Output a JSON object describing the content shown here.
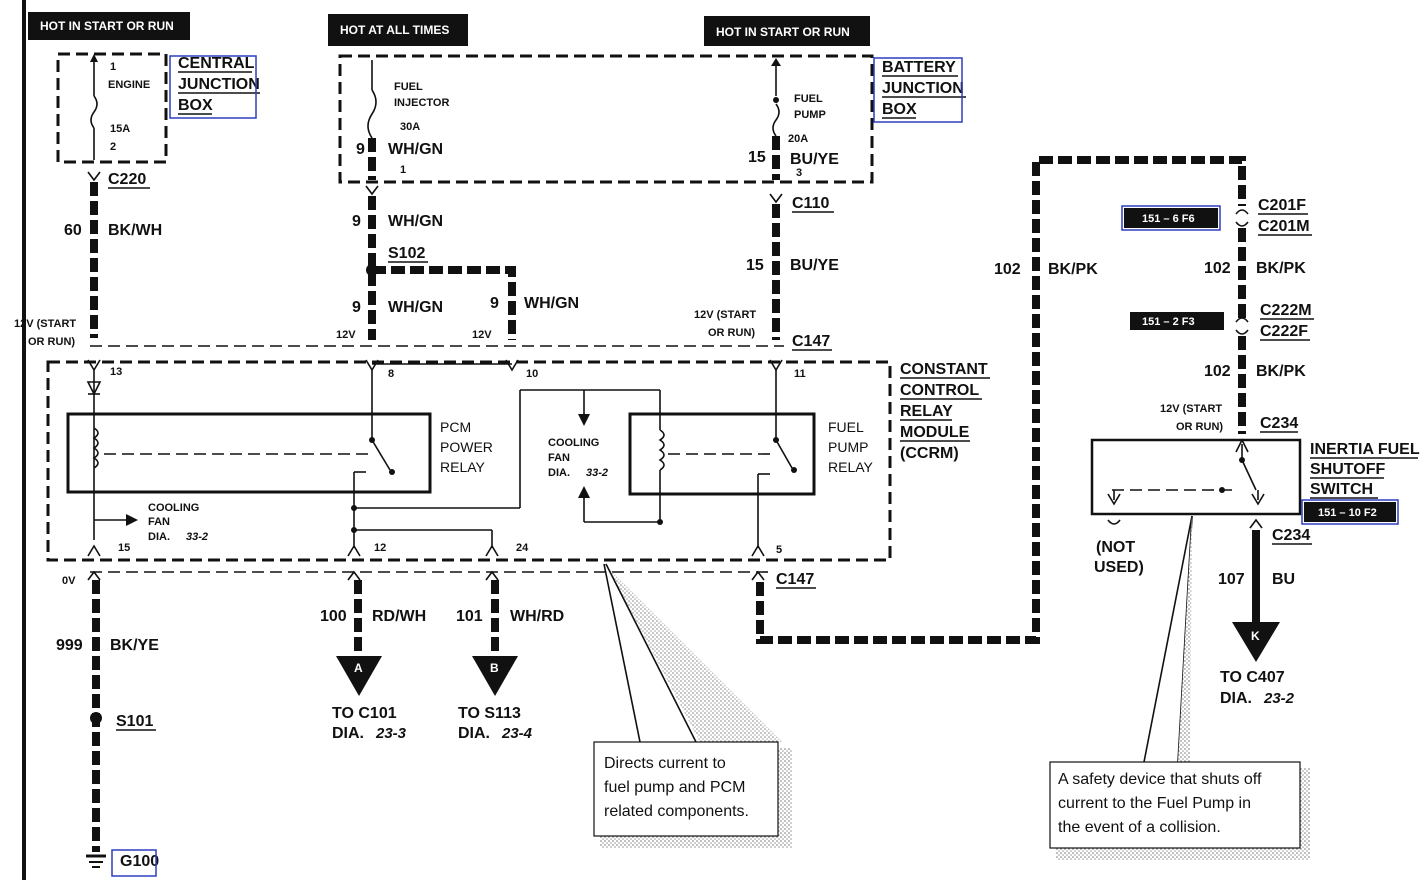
{
  "headers": {
    "hot_start_run_left": "HOT IN START OR RUN",
    "hot_all_times": "HOT AT ALL TIMES",
    "hot_start_run_right": "HOT IN START OR RUN"
  },
  "central_junction_box": {
    "title_1": "CENTRAL",
    "title_2": "JUNCTION",
    "title_3": "BOX",
    "fuse_top": "1",
    "fuse_name": "ENGINE",
    "fuse_rating": "15A",
    "fuse_bottom": "2"
  },
  "battery_junction_box": {
    "title_1": "BATTERY",
    "title_2": "JUNCTION",
    "title_3": "BOX",
    "fuse_injector_1": "FUEL",
    "fuse_injector_2": "INJECTOR",
    "fuse_injector_rating": "30A",
    "fuse_injector_pin": "1",
    "fuse_pump_1": "FUEL",
    "fuse_pump_2": "PUMP",
    "fuse_pump_rating": "20A",
    "fuse_pump_pin": "3"
  },
  "wires": {
    "w9_top_num": "9",
    "w9_top_color": "WH/GN",
    "w15_top_num": "15",
    "w15_top_color": "BU/YE",
    "w60_num": "60",
    "w60_color": "BK/WH",
    "w9_mid_num": "9",
    "w9_mid_color": "WH/GN",
    "w9_low_num": "9",
    "w9_low_color": "WH/GN",
    "w9_branch_num": "9",
    "w9_branch_color": "WH/GN",
    "w15_mid_num": "15",
    "w15_mid_color": "BU/YE",
    "w102_left_num": "102",
    "w102_left_color": "BK/PK",
    "w102_right_num": "102",
    "w102_right_color": "BK/PK",
    "w102_low_num": "102",
    "w102_low_color": "BK/PK",
    "w999_num": "999",
    "w999_color": "BK/YE",
    "w100_num": "100",
    "w100_color": "RD/WH",
    "w101_num": "101",
    "w101_color": "WH/RD",
    "w107_num": "107",
    "w107_color": "BU"
  },
  "connectors": {
    "c220": "C220",
    "c110": "C110",
    "s102": "S102",
    "c147_top": "C147",
    "c147_bottom": "C147",
    "c201f": "C201F",
    "c201m": "C201M",
    "c222m": "C222M",
    "c222f": "C222F",
    "c234_top": "C234",
    "c234_bottom": "C234",
    "s101": "S101",
    "g100": "G100"
  },
  "voltages": {
    "v12_start_run_left_1": "12V (START",
    "v12_start_run_left_2": "OR RUN)",
    "v12_a": "12V",
    "v12_b": "12V",
    "v12_start_run_mid_1": "12V (START",
    "v12_start_run_mid_2": "OR RUN)",
    "v12_start_run_right_1": "12V (START",
    "v12_start_run_right_2": "OR RUN)",
    "v0": "0V"
  },
  "ccrm": {
    "title_1": "CONSTANT",
    "title_2": "CONTROL",
    "title_3": "RELAY",
    "title_4": "MODULE",
    "title_5": "(CCRM)",
    "pin_13": "13",
    "pin_8": "8",
    "pin_10": "10",
    "pin_11": "11",
    "pin_15": "15",
    "pin_12": "12",
    "pin_24": "24",
    "pin_5": "5",
    "pcm_relay_1": "PCM",
    "pcm_relay_2": "POWER",
    "pcm_relay_3": "RELAY",
    "fuel_relay_1": "FUEL",
    "fuel_relay_2": "PUMP",
    "fuel_relay_3": "RELAY",
    "cooling_left_1": "COOLING",
    "cooling_left_2": "FAN",
    "cooling_left_3": "DIA.",
    "cooling_left_ref": "33-2",
    "cooling_mid_1": "COOLING",
    "cooling_mid_2": "FAN",
    "cooling_mid_3": "DIA.",
    "cooling_mid_ref": "33-2"
  },
  "inertia": {
    "title_1": "INERTIA FUEL",
    "title_2": "SHUTOFF",
    "title_3": "SWITCH",
    "not_used_1": "(NOT",
    "not_used_2": "USED)"
  },
  "locators": {
    "loc_151_6": "151 – 6 F6",
    "loc_151_2": "151 – 2 F3",
    "loc_151_10": "151 – 10 F2"
  },
  "destinations": {
    "a_letter": "A",
    "a_to": "TO C101",
    "a_dia": "DIA.",
    "a_ref": "23-3",
    "b_letter": "B",
    "b_to": "TO S113",
    "b_dia": "DIA.",
    "b_ref": "23-4",
    "k_letter": "K",
    "k_to": "TO C407",
    "k_dia": "DIA.",
    "k_ref": "23-2"
  },
  "callouts": {
    "ccrm_1": "Directs current to",
    "ccrm_2": "fuel pump and PCM",
    "ccrm_3": "related components.",
    "inertia_1": "A safety device that shuts off",
    "inertia_2": "current to the Fuel Pump in",
    "inertia_3": "the event of a collision."
  }
}
